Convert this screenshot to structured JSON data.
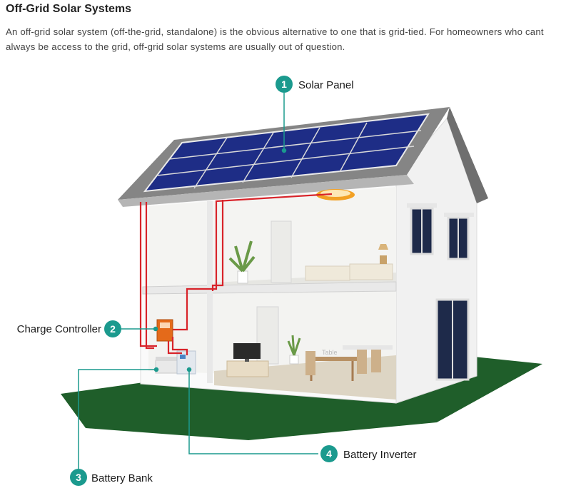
{
  "header": {
    "title": "Off-Grid Solar Systems",
    "description": "An off-grid solar system (off-the-grid, standalone) is the obvious alternative to one that is grid-tied. For homeowners who cant always be access to the grid, off-grid solar systems are usually  out of question."
  },
  "components": [
    {
      "number": "1",
      "label": "Solar Panel"
    },
    {
      "number": "2",
      "label": "Charge Controller"
    },
    {
      "number": "3",
      "label": "Battery Bank"
    },
    {
      "number": "4",
      "label": "Battery Inverter"
    }
  ],
  "scene": {
    "table_label": "Table"
  },
  "colors": {
    "accent": "#1b9a8e",
    "wire": "#d8232a",
    "grass": "#1f5e2a",
    "panel": "#1e2d86",
    "roof": "#8a8a8a"
  },
  "icons": [
    "solar-panel-icon",
    "charge-controller-icon",
    "battery-bank-icon",
    "battery-inverter-icon",
    "ceiling-lamp-icon",
    "tv-icon",
    "plant-icon"
  ]
}
